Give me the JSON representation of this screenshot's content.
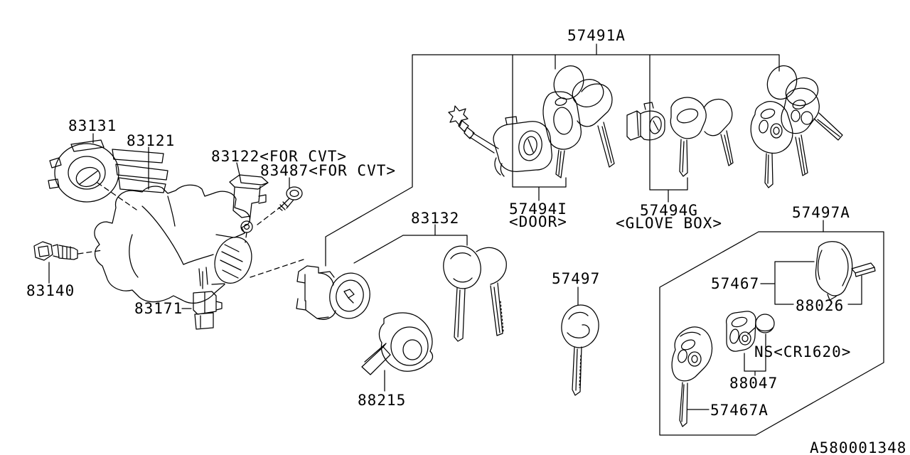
{
  "diagram": {
    "type": "parts-diagram",
    "drawing_number": "A580001348",
    "colors": {
      "background": "#ffffff",
      "line": "#000000",
      "text": "#000000"
    },
    "labels": {
      "k57491a": "57491A",
      "k83131": "83131",
      "k83121": "83121",
      "k83122": "83122<FOR CVT>",
      "k83487": "83487<FOR CVT>",
      "k83132": "83132",
      "k57494i": "57494I",
      "k57494i_note": "<DOOR>",
      "k57494g": "57494G",
      "k57494g_note": "<GLOVE BOX>",
      "k57497a": "57497A",
      "k57497": "57497",
      "k57467": "57467",
      "k88026": "88026",
      "k_ns": "NS<CR1620>",
      "k88047": "88047",
      "k57467a": "57467A",
      "k83140": "83140",
      "k83171": "83171",
      "k88215": "88215"
    }
  }
}
